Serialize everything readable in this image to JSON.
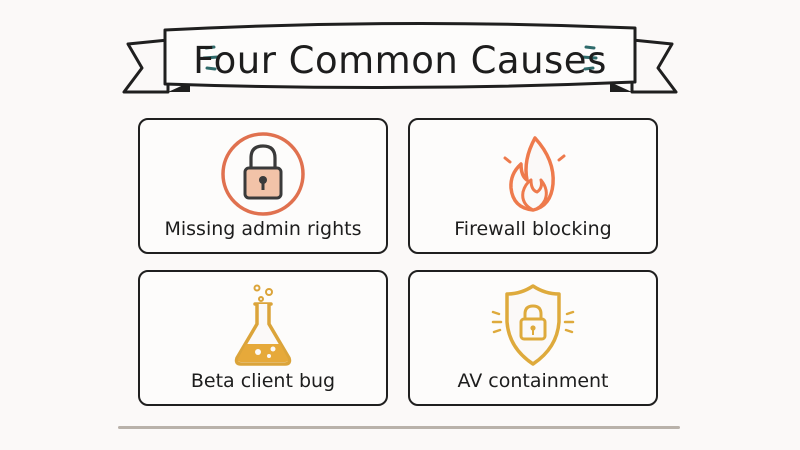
{
  "title": "Four Common Causes",
  "colors": {
    "ink": "#1f1f1f",
    "lock_red": "#e0714f",
    "flame_orange": "#ee7a4c",
    "flask_gold": "#dba43a",
    "shield_gold": "#deaa3c",
    "title_dash": "#2f6b6b"
  },
  "causes": [
    {
      "label": "Missing admin rights",
      "icon": "padlock-icon"
    },
    {
      "label": "Firewall blocking",
      "icon": "flame-icon"
    },
    {
      "label": "Beta client bug",
      "icon": "flask-icon"
    },
    {
      "label": "AV containment",
      "icon": "shield-lock-icon"
    }
  ]
}
